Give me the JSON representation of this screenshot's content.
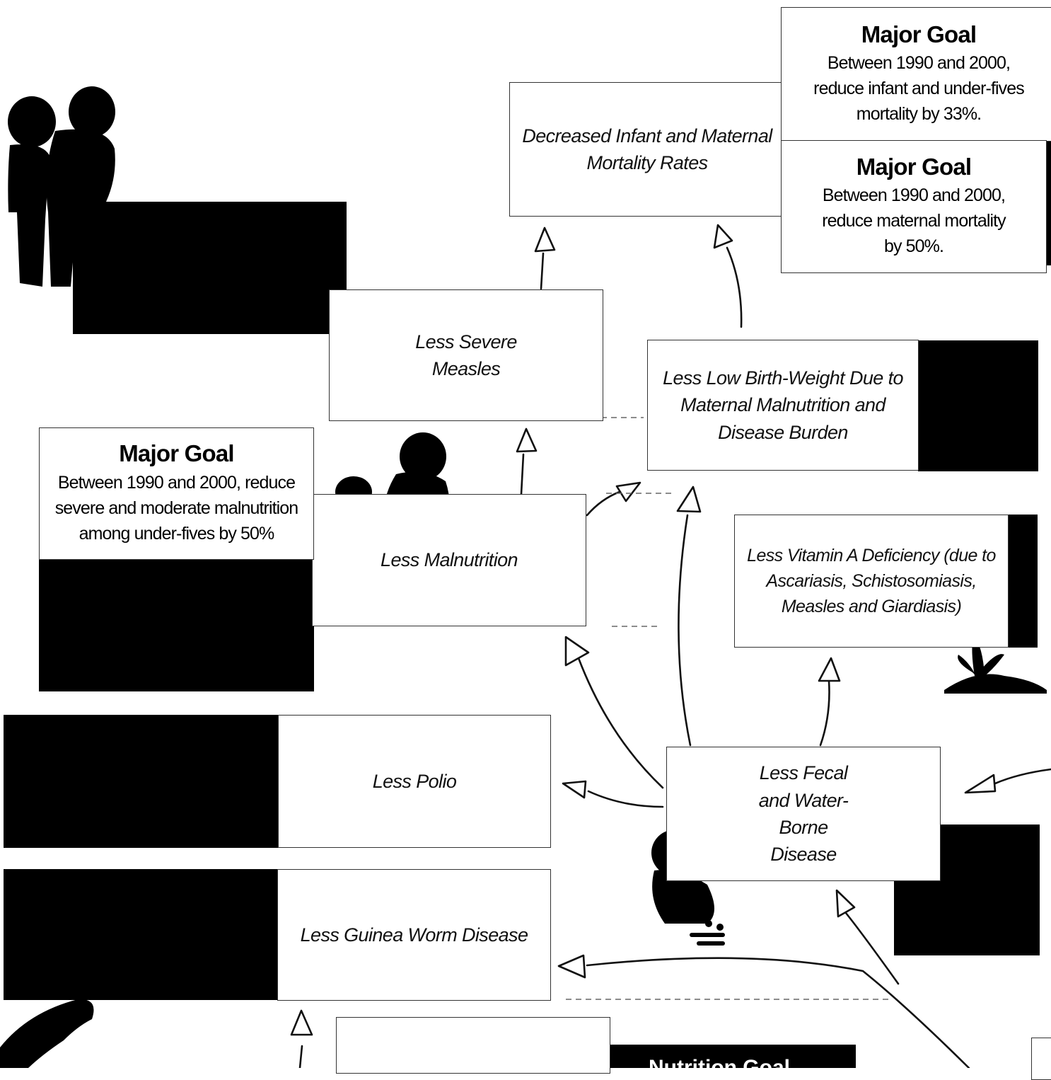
{
  "nodes": {
    "decreased_mortality": "Decreased Infant and Maternal Mortality Rates",
    "less_severe_measles": "Less Severe Measles",
    "less_low_birth_weight": "Less Low Birth-Weight Due to Maternal Malnutrition and Disease Burden",
    "less_malnutrition": "Less Malnutrition",
    "less_vitamin_a": "Less Vitamin A Deficiency (due to Ascariasis, Schistosomiasis, Measles and Giardiasis)",
    "less_polio": "Less Polio",
    "less_fecal": "Less Fecal and Water-Borne Disease",
    "less_guinea_worm": "Less Guinea Worm Disease"
  },
  "goals": [
    {
      "title": "Major Goal",
      "text": "Between 1990 and 2000, reduce infant and under-fives mortality by 33%."
    },
    {
      "title": "Major Goal",
      "text": "Between 1990 and 2000, reduce maternal mortality by 50%."
    },
    {
      "title": "Major Goal",
      "text": "Between 1990 and 2000, reduce severe and moderate malnutrition among under-fives by 50%"
    }
  ],
  "partial_text": {
    "bottom_banner": "Nutrition Goal"
  },
  "icons": [
    "children-silhouette-icon",
    "child-eating-icon",
    "child-squatting-icon",
    "plant-icon",
    "figure-bending-icon"
  ],
  "colors": {
    "ink": "#000000",
    "line": "#111111",
    "paper": "#ffffff"
  }
}
